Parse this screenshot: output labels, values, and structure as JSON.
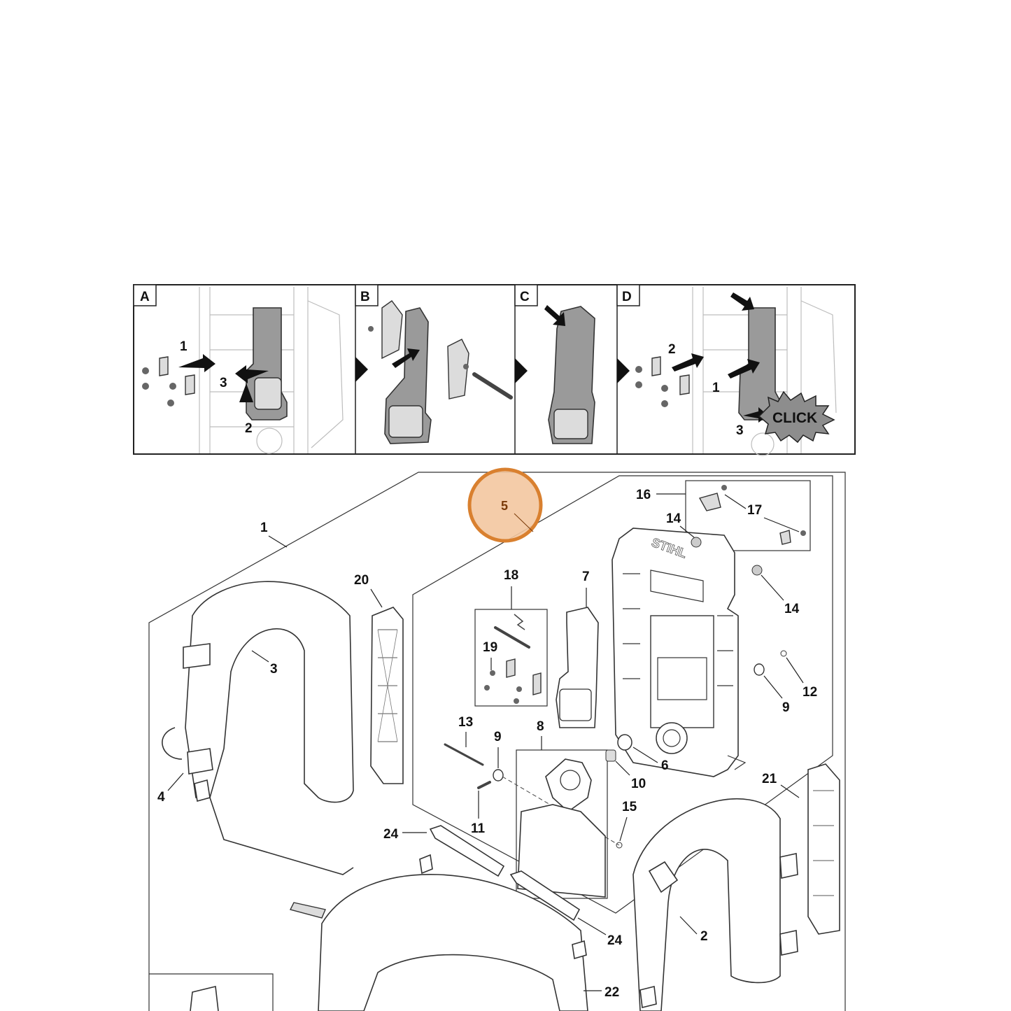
{
  "instruction_panels": [
    {
      "letter": "A",
      "steps": [
        "1",
        "2",
        "3"
      ]
    },
    {
      "letter": "B",
      "steps": []
    },
    {
      "letter": "C",
      "steps": []
    },
    {
      "letter": "D",
      "steps": [
        "1",
        "2",
        "3"
      ],
      "badge": "CLICK"
    }
  ],
  "highlight": {
    "label": "5",
    "color": "#e08a3c",
    "fill": "#f3c7a0"
  },
  "callouts": {
    "c1": "1",
    "c2": "2",
    "c3": "3",
    "c4": "4",
    "c6": "6",
    "c7": "7",
    "c8": "8",
    "c9a": "9",
    "c9b": "9",
    "c10": "10",
    "c11": "11",
    "c12": "12",
    "c13": "13",
    "c14a": "14",
    "c14b": "14",
    "c15": "15",
    "c16": "16",
    "c17": "17",
    "c18": "18",
    "c19": "19",
    "c20": "20",
    "c21": "21",
    "c22": "22",
    "c24a": "24",
    "c24b": "24"
  },
  "brand_mark": "STIHL"
}
